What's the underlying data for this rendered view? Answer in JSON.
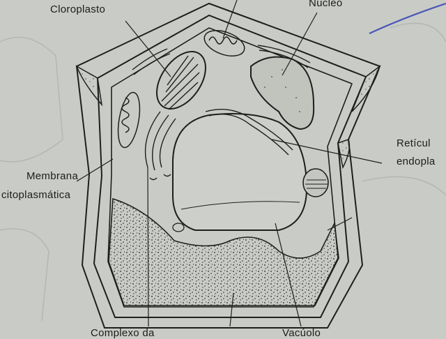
{
  "diagram": {
    "labels": {
      "chloroplast": "Cloroplasto",
      "nucleus": "Núcleo",
      "reticulum_line1": "Retícul",
      "reticulum_line2": "endopla",
      "membrane_line1": "Membrana",
      "membrane_line2": "citoplasmática",
      "golgi_partial": "Complexo da",
      "vacuole_partial": "Vacúolo"
    },
    "colors": {
      "paper": "#c9ccc6",
      "ink": "#1e1e1e",
      "neighbor_cell": "#bfc3bd",
      "pen_mark": "#4a57b8"
    }
  }
}
